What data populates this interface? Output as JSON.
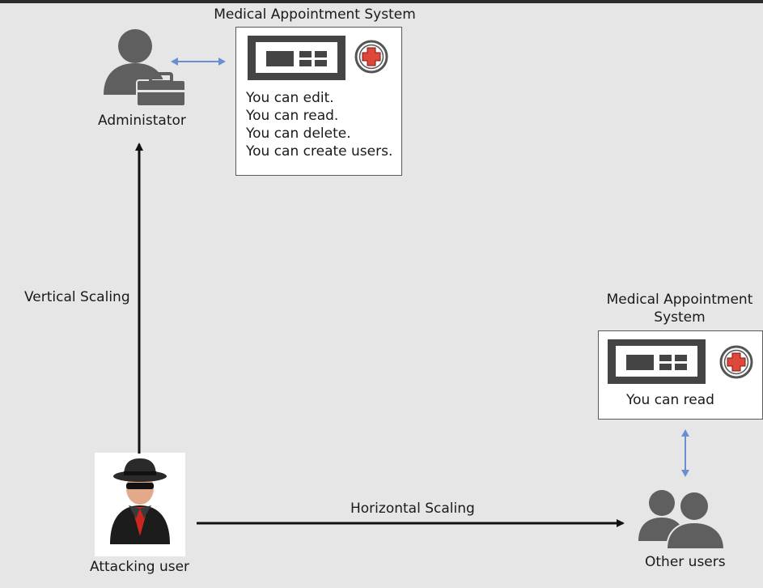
{
  "admin_system": {
    "title": "Medical Appointment System",
    "permissions": [
      "You can edit.",
      "You can read.",
      "You can delete.",
      "You can create users."
    ]
  },
  "admin": {
    "label": "Administator"
  },
  "vertical": {
    "label": "Vertical Scaling"
  },
  "horizontal": {
    "label": "Horizontal Scaling"
  },
  "attacker": {
    "label": "Attacking user"
  },
  "other_system": {
    "title_line1": "Medical Appointment",
    "title_line2": "System",
    "permission": "You can read"
  },
  "others": {
    "label": "Other users"
  },
  "colors": {
    "background": "#e6e6e6",
    "arrow": "#111111",
    "link_arrow": "#6a8fd0",
    "cross": "#e0473b"
  },
  "icons": [
    "admin-user-icon",
    "briefcase-icon",
    "system-panel-icon",
    "medical-cross-icon",
    "attacker-spy-icon",
    "user-group-icon"
  ]
}
